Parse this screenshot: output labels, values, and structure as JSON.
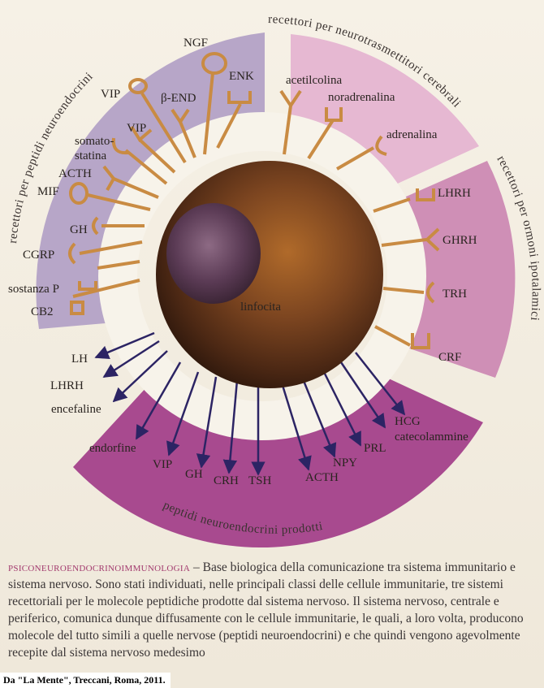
{
  "arc_titles": {
    "top_right": "recettori per neurotrasmettitori cerebrali",
    "right": "recettori per ormoni ipotalamici",
    "left": "recettori per peptidi neuroendocrini",
    "bottom": "peptidi neuroendocrini prodotti"
  },
  "center_label": "linfocita",
  "left_receptors": [
    "NGF",
    "ENK",
    "VIP",
    "β-END",
    "VIP",
    "somato-",
    "statina",
    "ACTH",
    "MIF",
    "GH",
    "CGRP",
    "sostanza P",
    "CB2"
  ],
  "top_right_receptors": [
    "acetilcolina",
    "noradrenalina",
    "adrenalina"
  ],
  "right_receptors": [
    "LHRH",
    "GHRH",
    "TRH",
    "CRF"
  ],
  "bottom_products": [
    "LH",
    "LHRH",
    "encefaline",
    "endorfine",
    "VIP",
    "GH",
    "CRH",
    "TSH",
    "ACTH",
    "NPY",
    "PRL",
    "HCG",
    "catecolammine"
  ],
  "caption": {
    "heading": "psiconeuroendocrinoimmunologia",
    "text": " – Base biologica della comunicazione tra sistema immunitario e sistema nervoso. Sono stati individuati, nelle principali classi delle cellule immunitarie, tre sistemi recettoriali per le molecole peptidiche prodotte dal sistema nervoso. Il sistema nervoso, centrale e periferico, comunica dunque diffusamente con le cellule immunitarie, le quali, a loro volta, producono molecole del tutto simili a quelle nervose (peptidi neuroendocrini) e che quindi vengono agevolmente recepite dal sistema nervoso medesimo"
  },
  "credit": "Da \"La Mente\", Treccani, Roma, 2011.",
  "colors": {
    "left_sector": "#b7a6c8",
    "top_right_sector": "#e6b8d2",
    "right_sector": "#cf8fb6",
    "bottom_sector": "#a84a8f",
    "receptor": "#c98b43",
    "arrow": "#2c2464",
    "cell": "#5a3118",
    "caption_heading": "#a23a6e"
  }
}
